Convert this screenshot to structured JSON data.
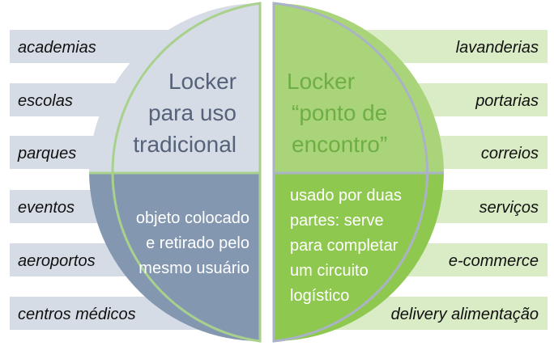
{
  "left": {
    "items": [
      "academias",
      "escolas",
      "parques",
      "eventos",
      "aeroportos",
      "centros médicos"
    ],
    "title": [
      "Locker",
      "para uso",
      "tradicional"
    ],
    "description": [
      "objeto colocado",
      "e retirado pelo",
      "mesmo usuário"
    ]
  },
  "right": {
    "items": [
      "lavanderias",
      "portarias",
      "correios",
      "serviços",
      "e-commerce",
      "delivery alimentação"
    ],
    "title": [
      "Locker",
      "“ponto de",
      "encontro”"
    ],
    "description": [
      "usado por duas",
      "partes: serve",
      "para completar",
      "um circuito",
      "logístico"
    ]
  },
  "colors": {
    "left_bar": "#d6dce5",
    "left_top": "#d6dce5",
    "left_bottom": "#8497b0",
    "left_border": "#a9d18e",
    "right_bar": "#d9ecc6",
    "right_top": "#a9d47a",
    "right_bottom": "#8fc84f",
    "right_border": "#aab3c6"
  }
}
